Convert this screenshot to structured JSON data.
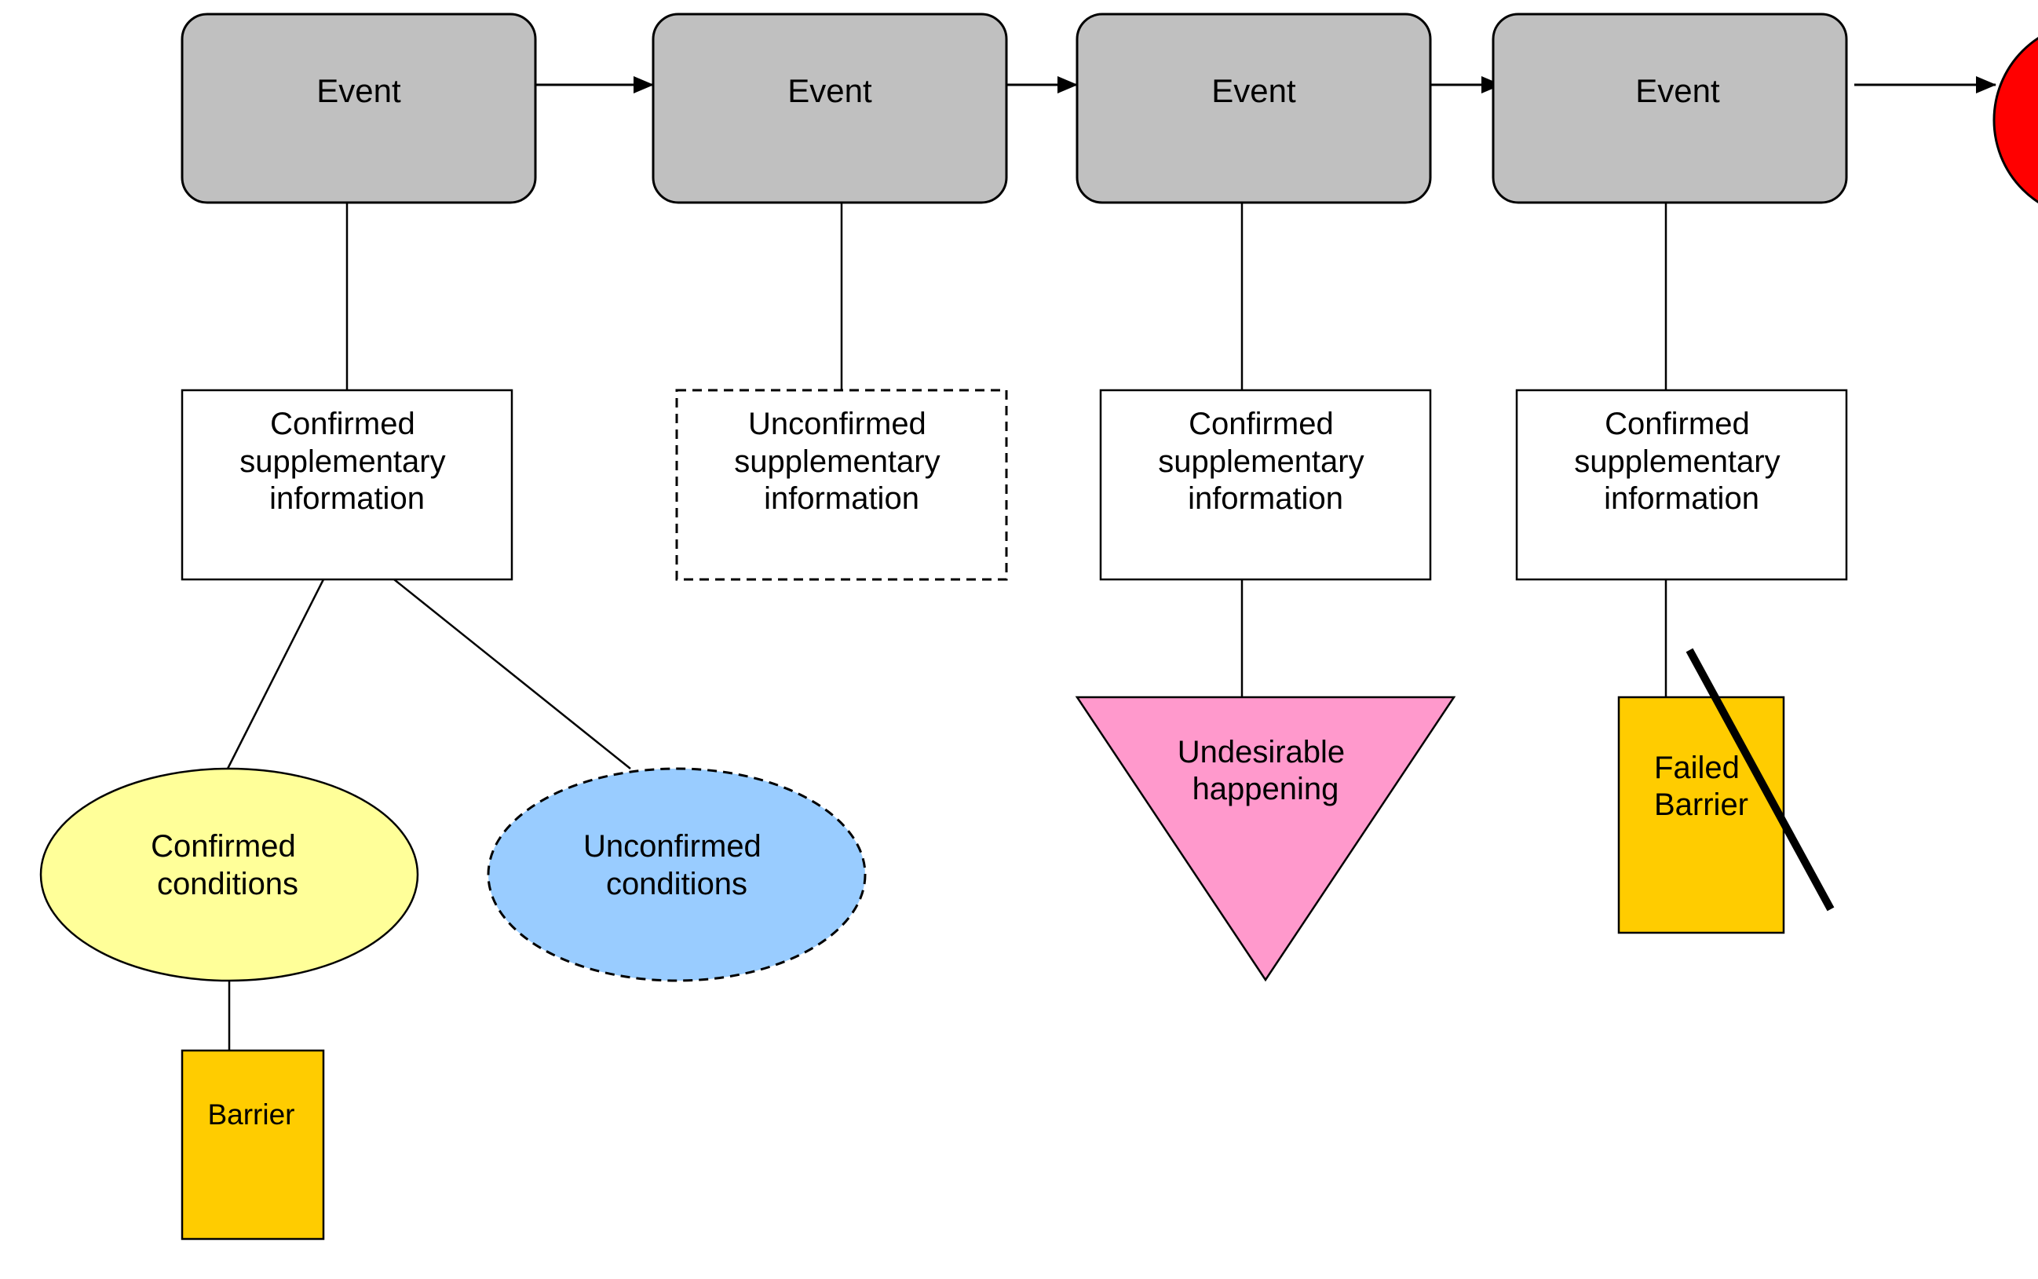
{
  "colors": {
    "event_fill": "#c0c0c0",
    "info_fill": "#ffffff",
    "confirmed_conditions_fill": "#ffff99",
    "unconfirmed_conditions_fill": "#99ccff",
    "undesirable_happening_fill": "#ff99cc",
    "barrier_fill": "#ffcc00",
    "outcome_fill": "#ff0000",
    "line": "#000000"
  },
  "events": [
    "Event",
    "Event",
    "Event",
    "Event"
  ],
  "info_boxes": [
    [
      "Confirmed",
      "supplementary",
      "information"
    ],
    [
      "Unconfirmed",
      "supplementary",
      "information"
    ],
    [
      "Confirmed",
      "supplementary",
      "information"
    ],
    [
      "Confirmed",
      "supplementary",
      "information"
    ]
  ],
  "confirmed_conditions": [
    "Confirmed",
    "conditions"
  ],
  "unconfirmed_conditions": [
    "Unconfirmed",
    "conditions"
  ],
  "undesirable_happening": [
    "Undesirable",
    "happening"
  ],
  "barrier": "Barrier",
  "failed_barrier": [
    "Failed",
    "Barrier"
  ]
}
